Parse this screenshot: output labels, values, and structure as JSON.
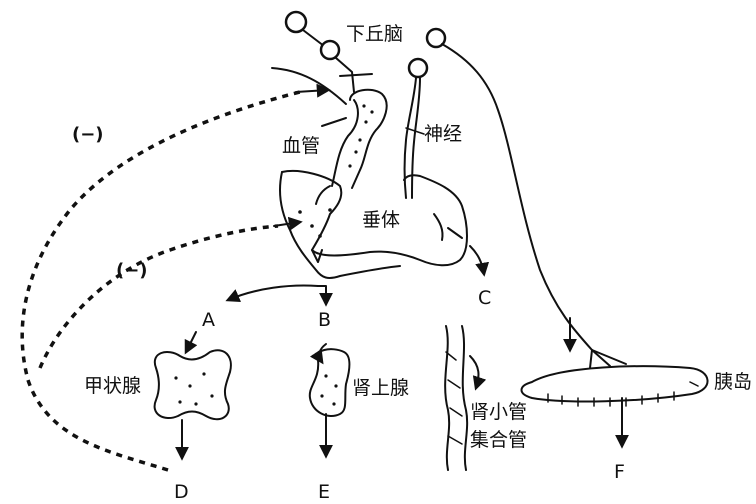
{
  "labels": {
    "hypothalamus": "下丘脑",
    "blood_vessel": "血管",
    "nerve": "神经",
    "pituitary": "垂体",
    "thyroid": "甲状腺",
    "adrenal": "肾上腺",
    "renal_tubule": "肾小管",
    "collecting_duct": "集合管",
    "pancreatic_islet": "胰岛",
    "neg_feedback_1": "(−)",
    "neg_feedback_2": "(−)",
    "A": "A",
    "B": "B",
    "C": "C",
    "D": "D",
    "E": "E",
    "F": "F"
  }
}
